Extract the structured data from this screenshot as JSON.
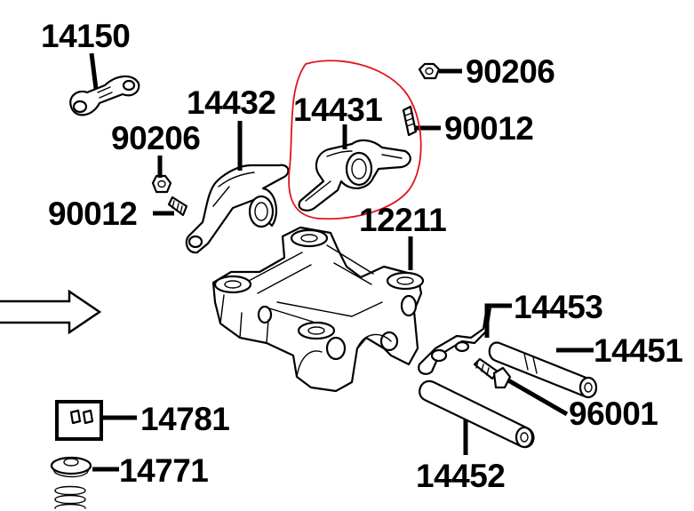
{
  "labels": {
    "p14150": "14150",
    "p90206_top": "90206",
    "p14432": "14432",
    "p14431": "14431",
    "p90206_left": "90206",
    "p90012_right": "90012",
    "p90012_left": "90012",
    "p12211": "12211",
    "p14453": "14453",
    "p14451": "14451",
    "p96001": "96001",
    "p14781": "14781",
    "p14771": "14771",
    "p14452": "14452"
  },
  "highlight": {
    "part": "14431",
    "color": "#e0141e"
  }
}
